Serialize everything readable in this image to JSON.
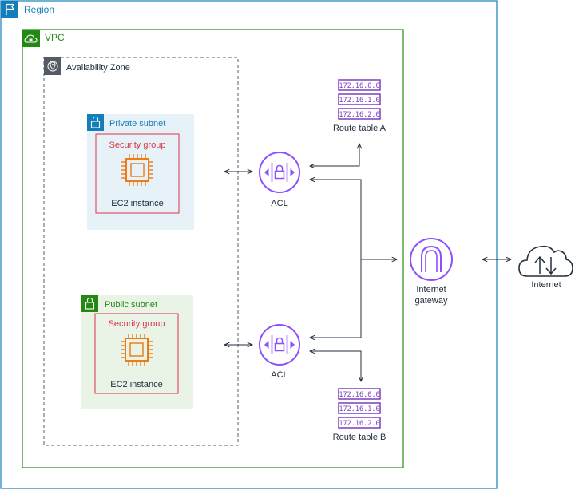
{
  "region": {
    "label": "Region",
    "border_color": "#147eba"
  },
  "vpc": {
    "label": "VPC",
    "border_color": "#248814"
  },
  "availability_zone": {
    "label": "Availability Zone"
  },
  "private_subnet": {
    "label": "Private subnet",
    "bg_color": "#e6f2f8",
    "accent": "#147eba",
    "security_group": "Security group",
    "instance": "EC2 instance"
  },
  "public_subnet": {
    "label": "Public subnet",
    "bg_color": "#e9f3e6",
    "accent": "#248814",
    "security_group": "Security group",
    "instance": "EC2 instance"
  },
  "acl_top": {
    "label": "ACL"
  },
  "acl_bottom": {
    "label": "ACL"
  },
  "route_table_a": {
    "label": "Route table A",
    "entries": [
      "172.16.0.0",
      "172.16.1.0",
      "172.16.2.0"
    ]
  },
  "route_table_b": {
    "label": "Route table B",
    "entries": [
      "172.16.0.0",
      "172.16.1.0",
      "172.16.2.0"
    ]
  },
  "internet_gateway": {
    "label_line1": "Internet",
    "label_line2": "gateway"
  },
  "internet": {
    "label": "Internet"
  },
  "colors": {
    "network_purple": "#8c4fff",
    "compute_orange": "#ed7100",
    "security_red": "#dd344c",
    "arrow": "#232f3e"
  }
}
